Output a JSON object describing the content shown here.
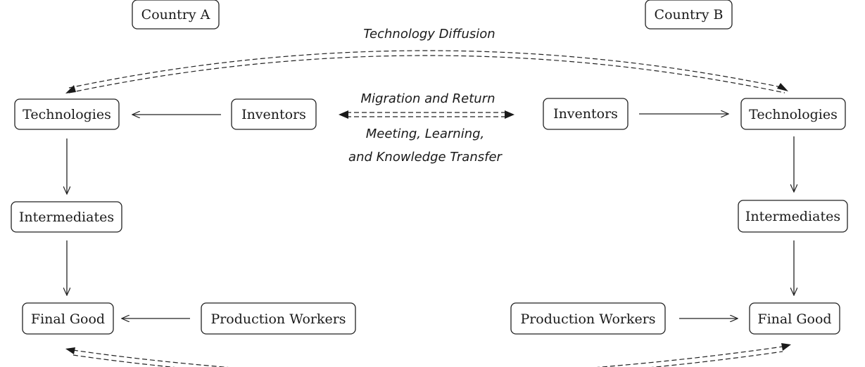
{
  "countries": {
    "a": "Country A",
    "b": "Country B"
  },
  "nodes": {
    "a_technologies": "Technologies",
    "a_inventors": "Inventors",
    "a_intermediates": "Intermediates",
    "a_final_good": "Final Good",
    "a_production_workers": "Production Workers",
    "b_technologies": "Technologies",
    "b_inventors": "Inventors",
    "b_intermediates": "Intermediates",
    "b_final_good": "Final Good",
    "b_production_workers": "Production Workers"
  },
  "edge_labels": {
    "technology_diffusion": "Technology Diffusion",
    "migration": "Migration and Return",
    "meeting_line1": "Meeting, Learning,",
    "meeting_line2": "and Knowledge Transfer"
  }
}
